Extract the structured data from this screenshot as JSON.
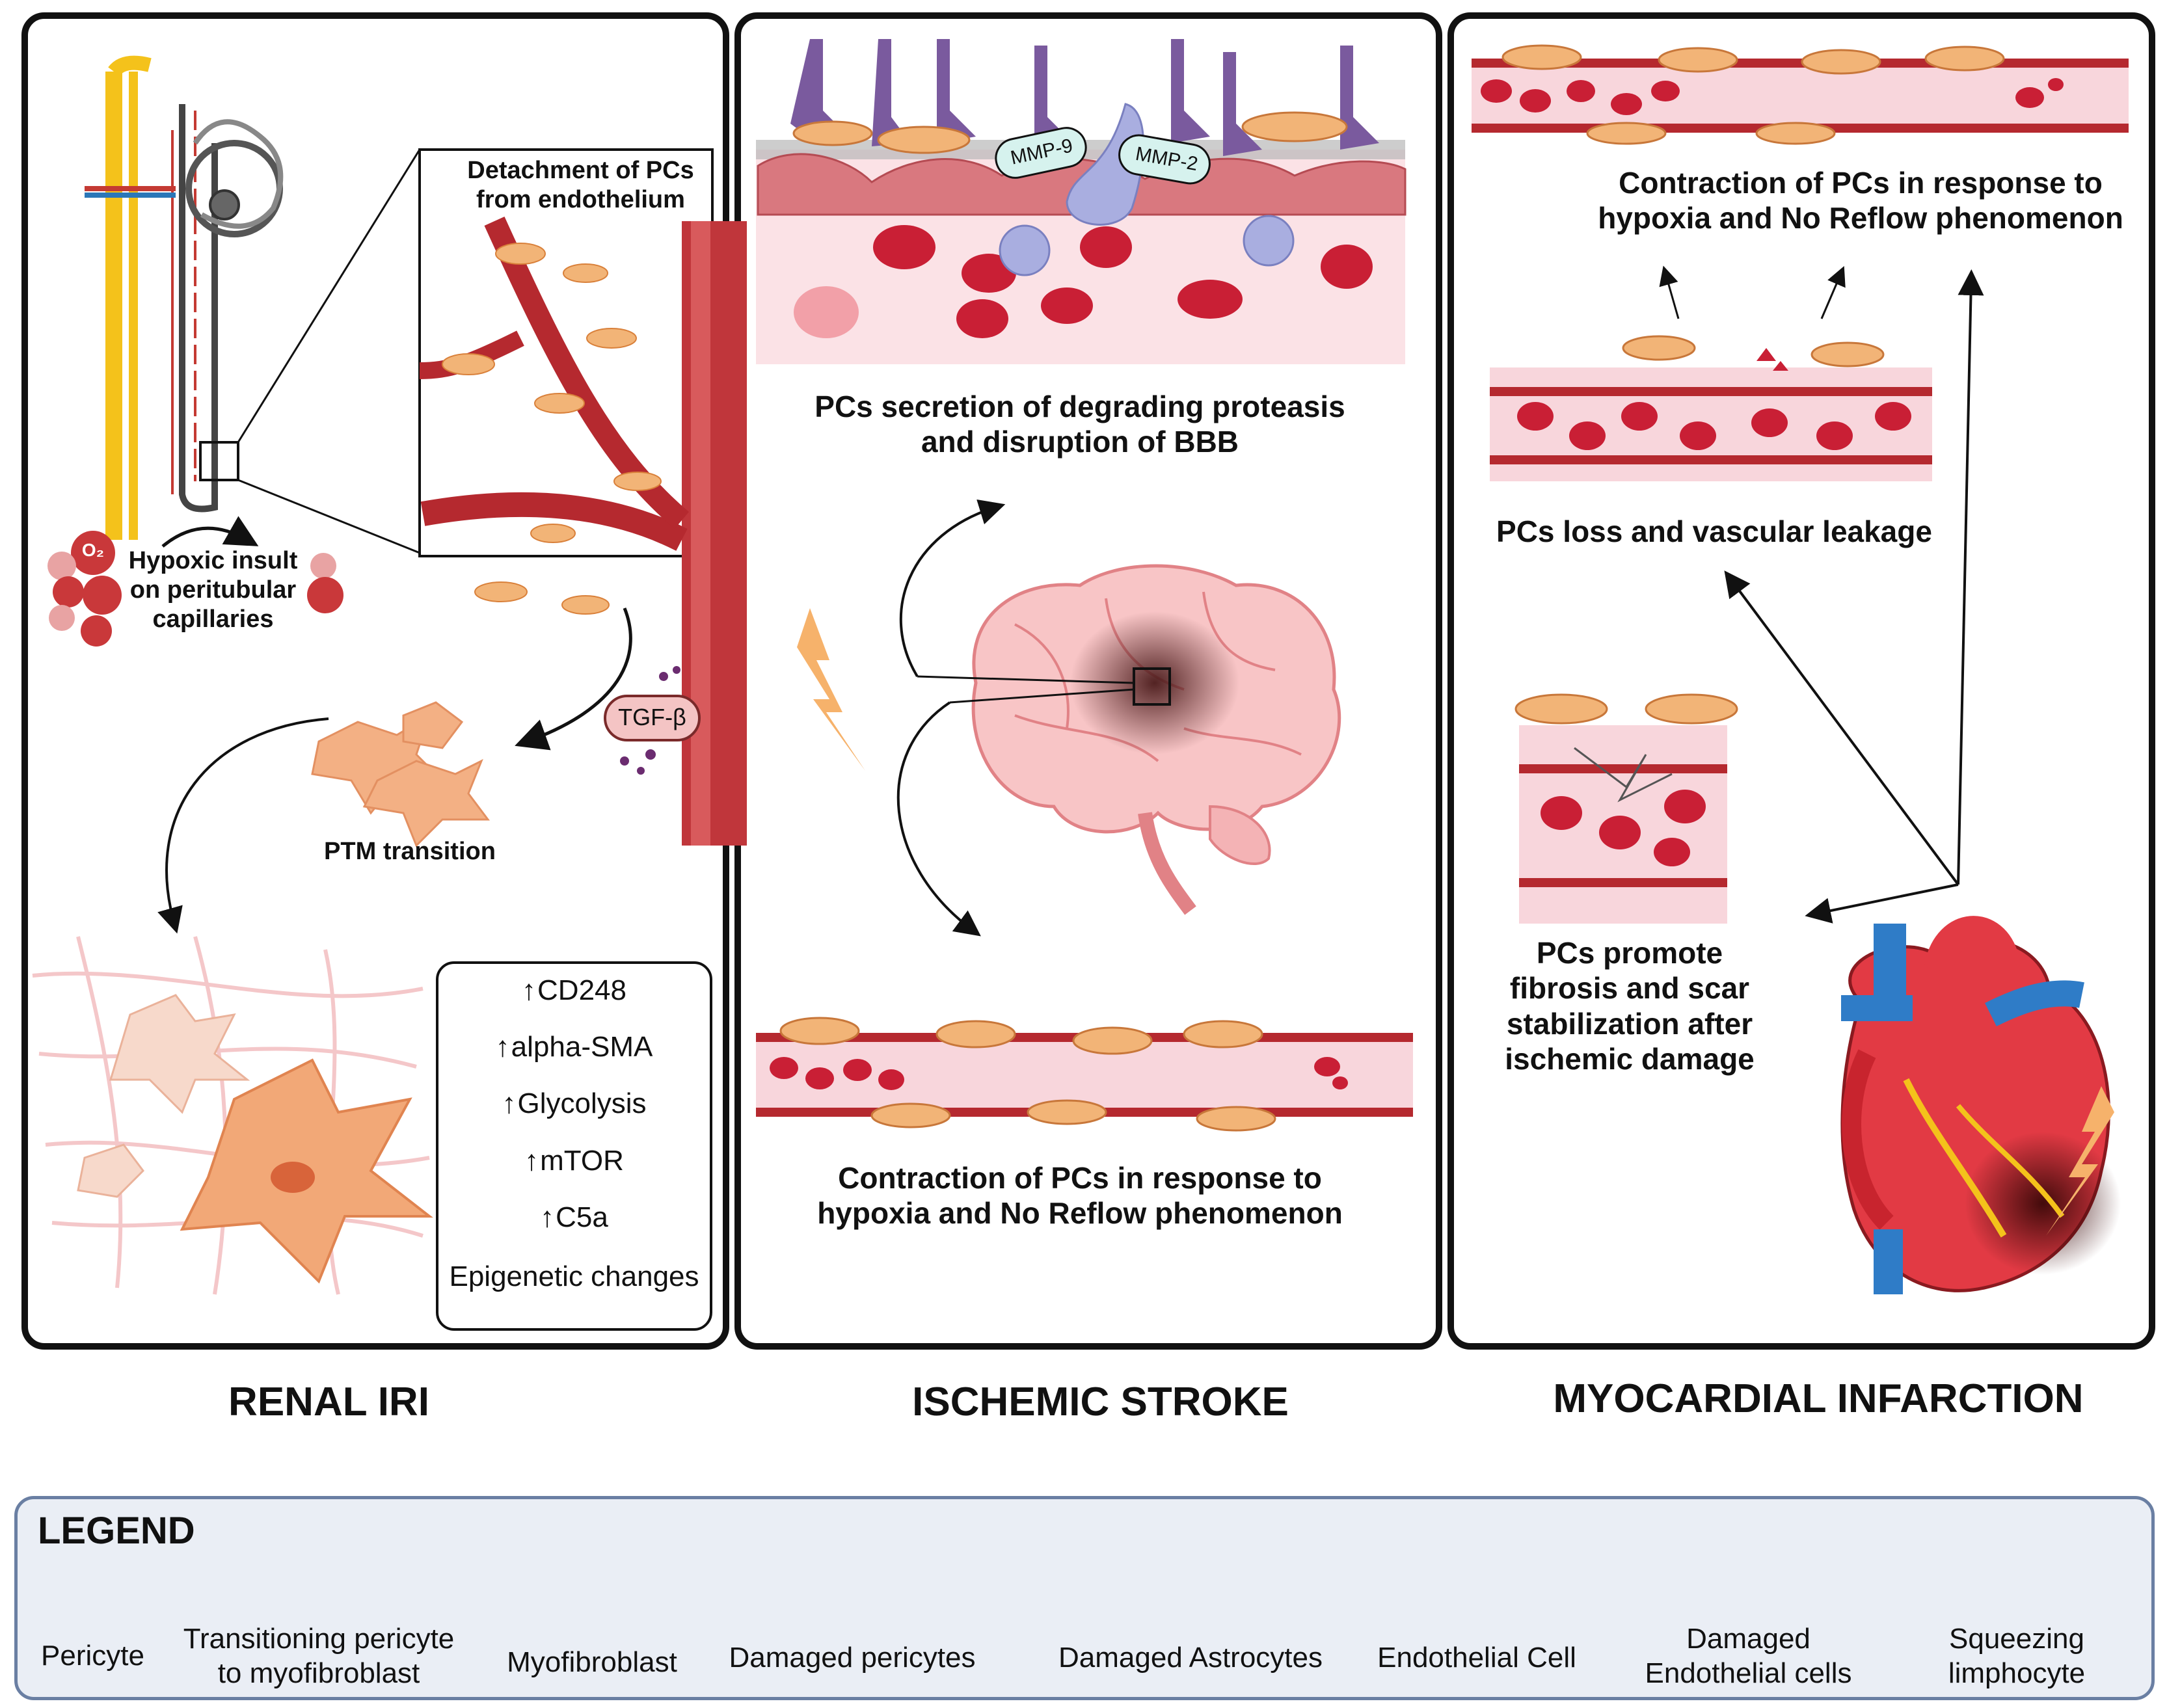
{
  "panels": {
    "renal": {
      "title": "RENAL IRI",
      "detachment": "Detachment of PCs from endothelium",
      "hypoxic": "Hypoxic insult on peritubular capillaries",
      "tgf": "TGF-β",
      "ptm": "PTM transition",
      "o2": "O₂",
      "markers": [
        "CD248",
        "alpha-SMA",
        "Glycolysis",
        "mTOR",
        "C5a"
      ],
      "epigenetic": "Epigenetic changes"
    },
    "stroke": {
      "title": "ISCHEMIC STROKE",
      "mmp9": "MMP-9",
      "mmp2": "MMP-2",
      "secretion": "PCs secretion of degrading proteasis and disruption of BBB",
      "contraction": "Contraction of PCs in response to hypoxia and No Reflow phenomenon"
    },
    "mi": {
      "title": "MYOCARDIAL INFARCTION",
      "contraction": "Contraction of PCs in response to hypoxia and No Reflow phenomenon",
      "loss": "PCs loss and vascular leakage",
      "fibrosis": "PCs promote fibrosis and scar stabilization after ischemic damage"
    }
  },
  "legend": {
    "title": "LEGEND",
    "items": [
      "Pericyte",
      "Transitioning pericyte to myofibroblast",
      "Myofibroblast",
      "Damaged pericytes",
      "Damaged Astrocytes",
      "Endothelial Cell",
      "Damaged Endothelial cells",
      "Squeezing limphocyte"
    ]
  },
  "colors": {
    "vessel": "#b5292f",
    "vessel_lumen": "#f7d2d6",
    "pericyte": "#f2b477",
    "astrocyte": "#7a5a9e",
    "legend_border": "#6a7fa3",
    "legend_bg": "#eaeef5"
  }
}
